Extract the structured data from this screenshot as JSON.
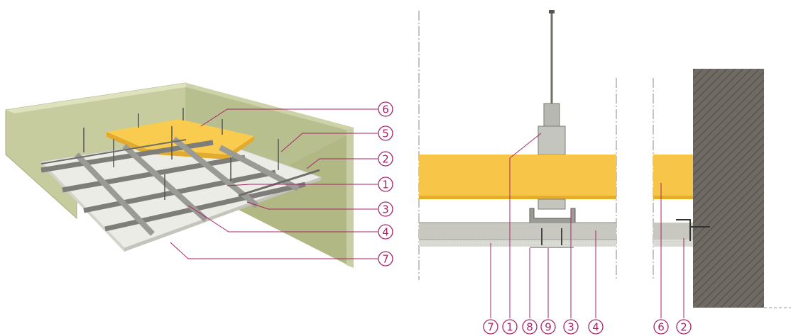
{
  "colors": {
    "accent": "#a8236a",
    "wall": "#c6cc9e",
    "wall_dark": "#a9b07f",
    "insulation": "#f7c648",
    "profile": "#8e8f8a",
    "board": "#d6d6cf",
    "masonry": "#6f6b64"
  },
  "iso_callouts": [
    {
      "number": "6"
    },
    {
      "number": "5"
    },
    {
      "number": "2"
    },
    {
      "number": "1"
    },
    {
      "number": "3"
    },
    {
      "number": "4"
    },
    {
      "number": "7"
    }
  ],
  "section_callouts": [
    {
      "number": "7"
    },
    {
      "number": "1"
    },
    {
      "number": "8"
    },
    {
      "number": "9"
    },
    {
      "number": "3"
    },
    {
      "number": "4"
    }
  ],
  "wall_callouts": [
    {
      "number": "6"
    },
    {
      "number": "2"
    }
  ]
}
